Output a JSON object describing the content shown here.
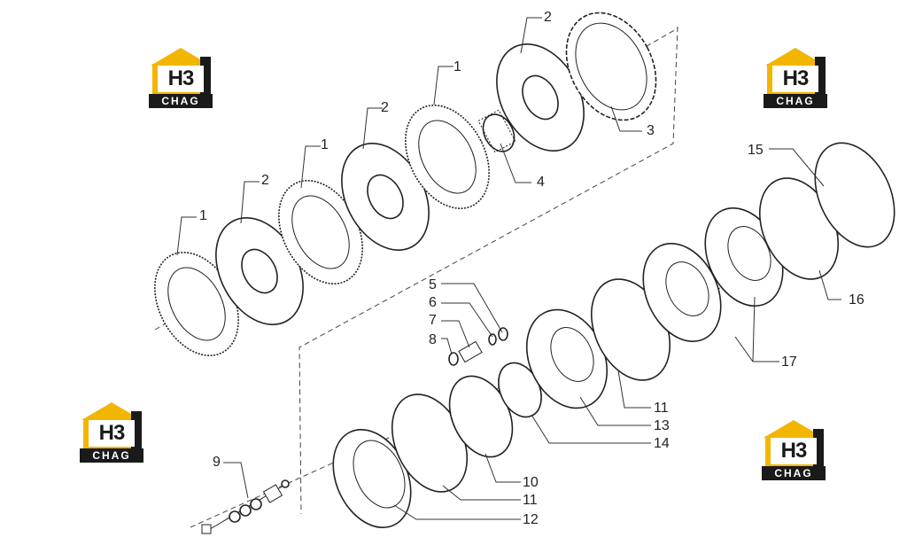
{
  "logo": {
    "mark": "H3",
    "band": "CHAG"
  },
  "callouts": {
    "c1a": "1",
    "c1b": "1",
    "c1c": "1",
    "c2a": "2",
    "c2b": "2",
    "c2c": "2",
    "c3": "3",
    "c4": "4",
    "c5": "5",
    "c6": "6",
    "c7": "7",
    "c8": "8",
    "c9": "9",
    "c10": "10",
    "c11a": "11",
    "c11b": "11",
    "c12": "12",
    "c13": "13",
    "c14": "14",
    "c15": "15",
    "c16": "16",
    "c17": "17"
  },
  "colors": {
    "logo_yellow": "#f2b600",
    "logo_dark": "#1a1a1a",
    "line": "#222222"
  }
}
